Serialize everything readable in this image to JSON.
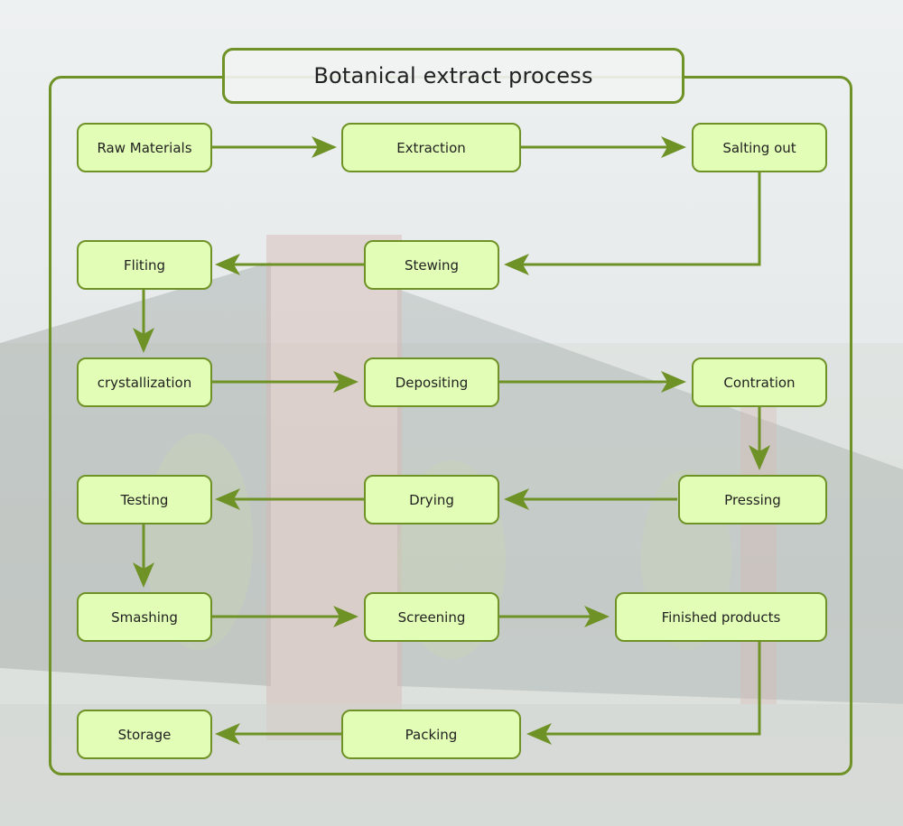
{
  "title": "Botanical extract process",
  "colors": {
    "accent": "#6f9227",
    "node_fill": "#e2fdb6"
  },
  "nodes": {
    "raw_materials": "Raw Materials",
    "extraction": "Extraction",
    "salting_out": "Salting out",
    "fliting": "Fliting",
    "stewing": "Stewing",
    "crystallization": "crystallization",
    "depositing": "Depositing",
    "contration": "Contration",
    "testing": "Testing",
    "drying": "Drying",
    "pressing": "Pressing",
    "smashing": "Smashing",
    "screening": "Screening",
    "finished_products": "Finished products",
    "storage": "Storage",
    "packing": "Packing"
  }
}
